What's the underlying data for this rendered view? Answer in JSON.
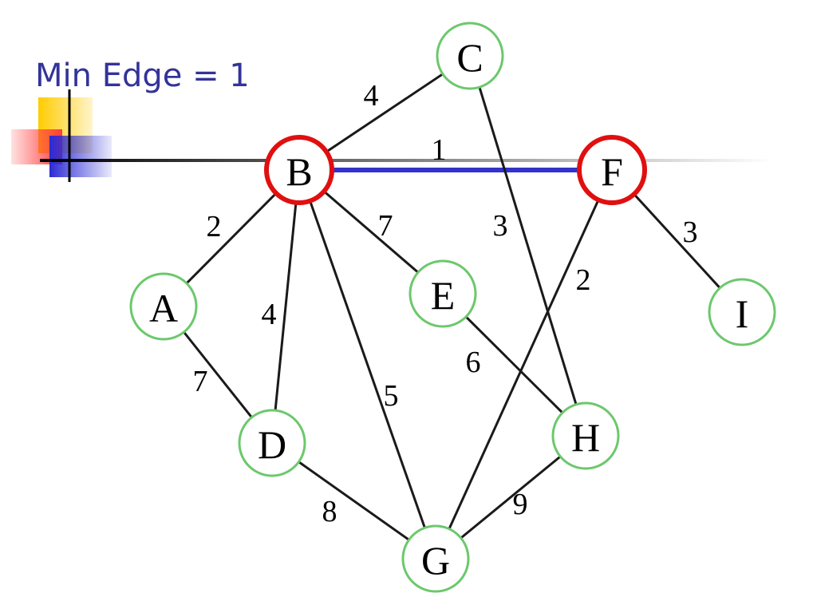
{
  "title": "Min Edge = 1",
  "colors": {
    "title": "#33339a",
    "node_default": "#6cc86c",
    "node_selected": "#e01010",
    "edge_default": "#1a1a1a",
    "edge_selected": "#3333cc",
    "deco_yellow": "#ffcc00",
    "deco_red": "#ff3b3b",
    "deco_blue": "#2b2bd6"
  },
  "nodes": [
    {
      "id": "A",
      "label": "A",
      "selected": false
    },
    {
      "id": "B",
      "label": "B",
      "selected": true
    },
    {
      "id": "C",
      "label": "C",
      "selected": false
    },
    {
      "id": "D",
      "label": "D",
      "selected": false
    },
    {
      "id": "E",
      "label": "E",
      "selected": false
    },
    {
      "id": "F",
      "label": "F",
      "selected": true
    },
    {
      "id": "G",
      "label": "G",
      "selected": false
    },
    {
      "id": "H",
      "label": "H",
      "selected": false
    },
    {
      "id": "I",
      "label": "I",
      "selected": false
    }
  ],
  "edges": [
    {
      "from": "B",
      "to": "C",
      "weight": "4",
      "selected": false
    },
    {
      "from": "B",
      "to": "F",
      "weight": "1",
      "selected": true
    },
    {
      "from": "B",
      "to": "A",
      "weight": "2",
      "selected": false
    },
    {
      "from": "B",
      "to": "D",
      "weight": "4",
      "selected": false
    },
    {
      "from": "B",
      "to": "E",
      "weight": "7",
      "selected": false
    },
    {
      "from": "B",
      "to": "G",
      "weight": "5",
      "selected": false
    },
    {
      "from": "C",
      "to": "H",
      "weight": "3",
      "selected": false
    },
    {
      "from": "F",
      "to": "G",
      "weight": "2",
      "selected": false
    },
    {
      "from": "F",
      "to": "I",
      "weight": "3",
      "selected": false
    },
    {
      "from": "A",
      "to": "D",
      "weight": "7",
      "selected": false
    },
    {
      "from": "E",
      "to": "H",
      "weight": "6",
      "selected": false
    },
    {
      "from": "D",
      "to": "G",
      "weight": "8",
      "selected": false
    },
    {
      "from": "H",
      "to": "G",
      "weight": "9",
      "selected": false
    }
  ]
}
